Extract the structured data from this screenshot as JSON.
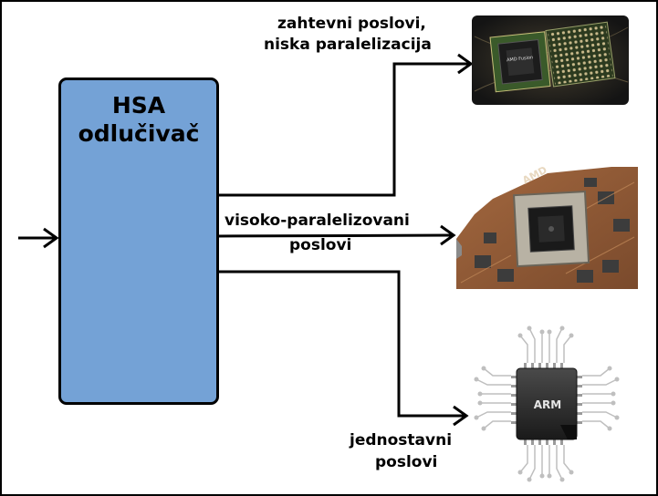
{
  "decider": {
    "line1": "HSA",
    "line2": "odlučivač"
  },
  "branches": [
    {
      "line1": "zahtevni poslovi,",
      "line2": "niska paralelizacija",
      "target_icon": "amd-fusion-apu-chip-icon"
    },
    {
      "line1": "visoko-paralelizovani",
      "line2": "poslovi",
      "target_icon": "gpu-graphics-card-chip-icon"
    },
    {
      "line1": "jednostavni",
      "line2": "poslovi",
      "target_icon": "arm-chip-icon"
    }
  ],
  "chip_text": {
    "apu": "AMD Fusion",
    "gpu": "AMD",
    "arm": "ARM"
  },
  "colors": {
    "decider_fill": "#74a2d6",
    "stroke": "#000000"
  }
}
